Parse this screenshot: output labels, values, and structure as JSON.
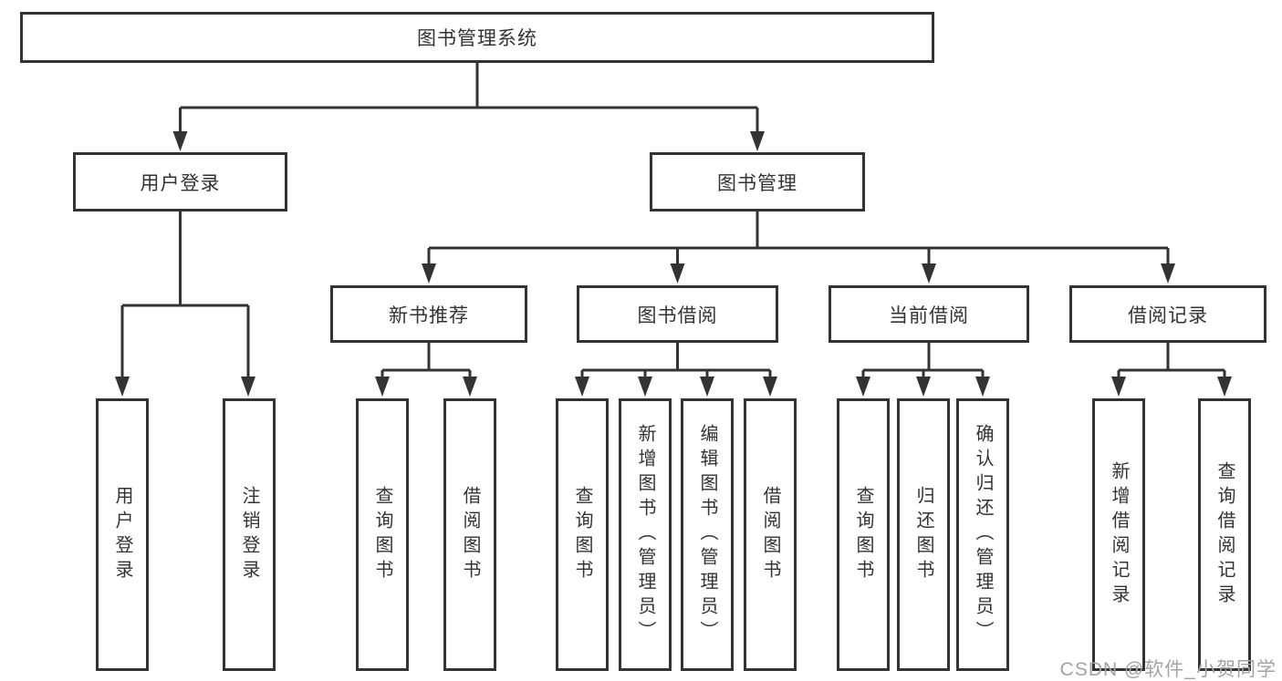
{
  "diagram": {
    "root_label": "图书管理系统",
    "level2": [
      {
        "label": "用户登录"
      },
      {
        "label": "图书管理"
      }
    ],
    "level3": [
      {
        "label": "新书推荐"
      },
      {
        "label": "图书借阅"
      },
      {
        "label": "当前借阅"
      },
      {
        "label": "借阅记录"
      }
    ],
    "leaves": {
      "user_login": [
        "用户登录",
        "注销登录"
      ],
      "new_book": [
        "查询图书",
        "借阅图书"
      ],
      "borrow": [
        "查询图书",
        "新增图书（管理员）",
        "编辑图书（管理员）",
        "借阅图书"
      ],
      "current": [
        "查询图书",
        "归还图书",
        "确认归还（管理员）"
      ],
      "records": [
        "新增借阅记录",
        "查询借阅记录"
      ]
    },
    "watermark": "CSDN @软件_小贺同学",
    "colors": {
      "line": "#333333",
      "text": "#333333",
      "watermark": "#a3a3a3",
      "background": "#ffffff"
    }
  }
}
